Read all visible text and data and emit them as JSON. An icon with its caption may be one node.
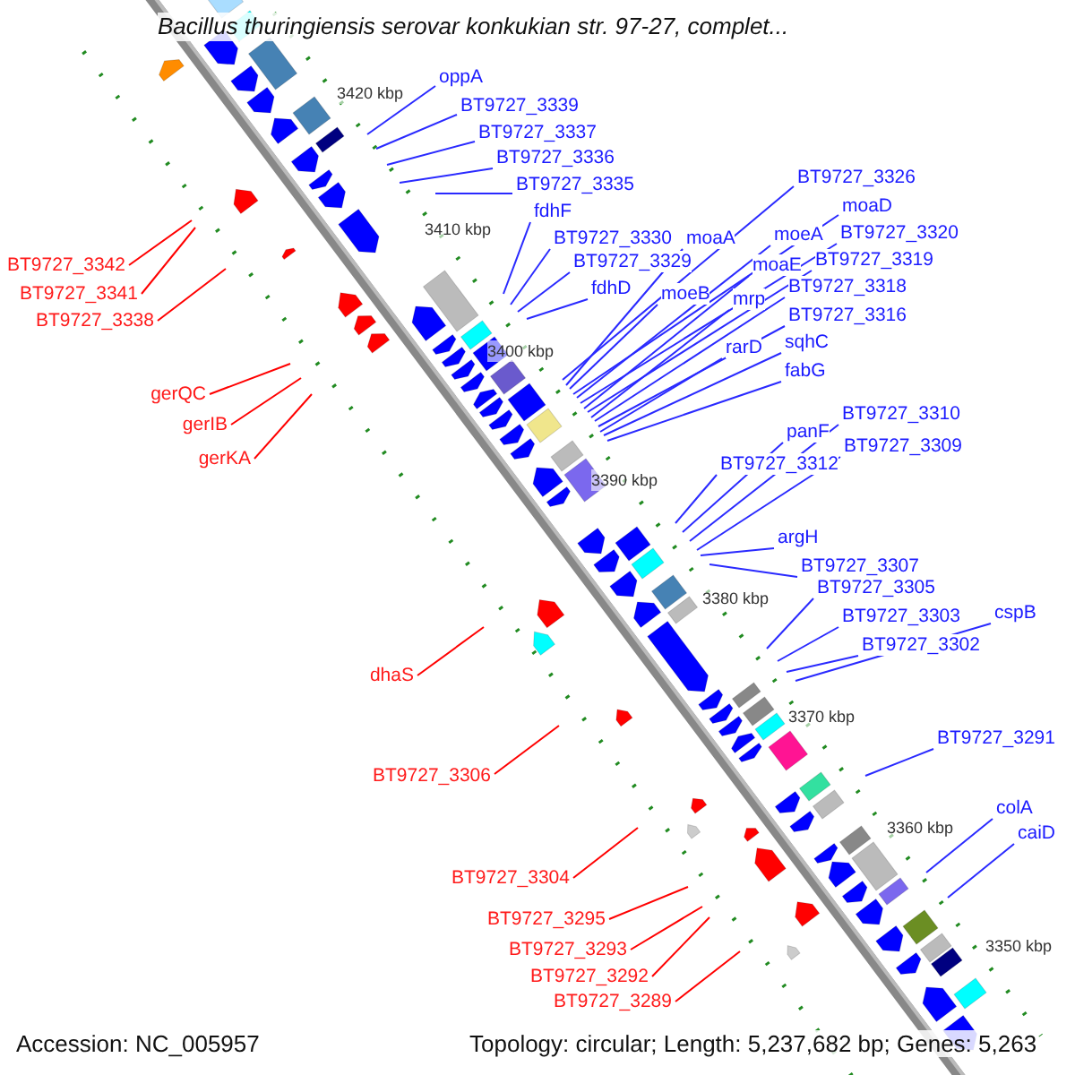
{
  "diagram": {
    "title": "Bacillus thuringiensis serovar konkukian str. 97-27, complet...",
    "nodes": [
      {
        "text": [
          "oppA"
        ]
      },
      {
        "text": [
          "BT9727_3339"
        ]
      },
      {
        "text": [
          "BT9727_3337"
        ]
      },
      {
        "text": [
          "BT9727_3336"
        ]
      },
      {
        "text": [
          "BT9727_3326"
        ]
      },
      {
        "text": [
          "BT9727_3335"
        ]
      },
      {
        "text": [
          "moaD"
        ]
      },
      {
        "text": [
          "fdhF"
        ]
      },
      {
        "text": [
          "BT9727_3330"
        ]
      },
      {
        "text": [
          "moaA"
        ]
      },
      {
        "text": [
          "moeA"
        ]
      },
      {
        "text": [
          "BT9727_3320"
        ]
      },
      {
        "text": [
          "BT9727_3319"
        ]
      },
      {
        "text": [
          "BT9727_3329"
        ]
      },
      {
        "text": [
          "moaE"
        ]
      },
      {
        "text": [
          "BT9727_3342"
        ]
      },
      {
        "text": [
          "BT9727_3318"
        ]
      },
      {
        "text": [
          "fdhD"
        ]
      },
      {
        "text": [
          "moeB"
        ]
      },
      {
        "text": [
          "BT9727_3341"
        ]
      },
      {
        "text": [
          "mrp"
        ]
      },
      {
        "text": [
          "BT9727_3316"
        ]
      },
      {
        "text": [
          "BT9727_3338"
        ]
      },
      {
        "text": [
          "sqhC"
        ]
      },
      {
        "text": [
          "rarD"
        ]
      },
      {
        "text": [
          "fabG"
        ]
      },
      {
        "text": [
          "gerQC"
        ]
      },
      {
        "text": [
          "BT9727_3310"
        ]
      },
      {
        "text": [
          "gerIB"
        ]
      },
      {
        "text": [
          "panF"
        ]
      },
      {
        "text": [
          "BT9727_3309"
        ]
      },
      {
        "text": [
          "gerKA"
        ]
      },
      {
        "text": [
          "BT9727_3312"
        ]
      },
      {
        "text": [
          "argH"
        ]
      },
      {
        "text": [
          "BT9727_3307"
        ]
      },
      {
        "text": [
          "BT9727_3305"
        ]
      },
      {
        "text": [
          "cspB"
        ]
      },
      {
        "text": [
          "BT9727_3303"
        ]
      },
      {
        "text": [
          "BT9727_3302"
        ]
      },
      {
        "text": [
          "dhaS"
        ]
      },
      {
        "text": [
          "BT9727_3291"
        ]
      },
      {
        "text": [
          "BT9727_3306"
        ]
      },
      {
        "text": [
          "colA"
        ]
      },
      {
        "text": [
          "caiD"
        ]
      },
      {
        "text": [
          "BT9727_3304"
        ]
      },
      {
        "text": [
          "BT9727_3295"
        ]
      },
      {
        "text": [
          "BT9727_3293"
        ]
      },
      {
        "text": [
          "BT9727_3292"
        ]
      },
      {
        "text": [
          "BT9727_3289"
        ]
      }
    ],
    "edges": [
      {
        "from": 0,
        "to": null,
        "arrow": "none"
      },
      {
        "from": 1,
        "to": null,
        "arrow": "none"
      },
      {
        "from": 2,
        "to": null,
        "arrow": "none"
      },
      {
        "from": 3,
        "to": null,
        "arrow": "none"
      },
      {
        "from": 4,
        "to": null,
        "arrow": "none"
      },
      {
        "from": 5,
        "to": null,
        "arrow": "none"
      },
      {
        "from": 6,
        "to": null,
        "arrow": "none"
      },
      {
        "from": 7,
        "to": null,
        "arrow": "none"
      },
      {
        "from": 8,
        "to": null,
        "arrow": "none"
      },
      {
        "from": 9,
        "to": null,
        "arrow": "none"
      },
      {
        "from": 10,
        "to": null,
        "arrow": "none"
      },
      {
        "from": 11,
        "to": null,
        "arrow": "none"
      },
      {
        "from": 12,
        "to": null,
        "arrow": "none"
      },
      {
        "from": 13,
        "to": null,
        "arrow": "none"
      },
      {
        "from": 14,
        "to": null,
        "arrow": "none"
      },
      {
        "from": 15,
        "to": null,
        "arrow": "none",
        "color": "#ff0000"
      },
      {
        "from": 16,
        "to": null,
        "arrow": "none"
      },
      {
        "from": 17,
        "to": null,
        "arrow": "none"
      },
      {
        "from": 18,
        "to": null,
        "arrow": "none"
      },
      {
        "from": 19,
        "to": null,
        "arrow": "none",
        "color": "#ff0000"
      },
      {
        "from": 20,
        "to": null,
        "arrow": "none"
      },
      {
        "from": 21,
        "to": null,
        "arrow": "none"
      },
      {
        "from": 22,
        "to": null,
        "arrow": "none",
        "color": "#ff0000"
      },
      {
        "from": 23,
        "to": null,
        "arrow": "none"
      },
      {
        "from": 24,
        "to": null,
        "arrow": "none"
      },
      {
        "from": 25,
        "to": null,
        "arrow": "none"
      },
      {
        "from": 26,
        "to": null,
        "arrow": "none",
        "color": "#ff0000"
      },
      {
        "from": 27,
        "to": null,
        "arrow": "none"
      },
      {
        "from": 28,
        "to": null,
        "arrow": "none",
        "color": "#ff0000"
      },
      {
        "from": 29,
        "to": null,
        "arrow": "none"
      },
      {
        "from": 30,
        "to": null,
        "arrow": "none"
      },
      {
        "from": 31,
        "to": null,
        "arrow": "none",
        "color": "#ff0000"
      },
      {
        "from": 32,
        "to": null,
        "arrow": "none"
      },
      {
        "from": 33,
        "to": null,
        "arrow": "none"
      },
      {
        "from": 34,
        "to": null,
        "arrow": "none"
      },
      {
        "from": 35,
        "to": null,
        "arrow": "none"
      },
      {
        "from": 36,
        "to": null,
        "arrow": "none"
      },
      {
        "from": 37,
        "to": null,
        "arrow": "none"
      },
      {
        "from": 38,
        "to": null,
        "arrow": "none"
      },
      {
        "from": 39,
        "to": null,
        "arrow": "none",
        "color": "#ff0000"
      },
      {
        "from": 40,
        "to": null,
        "arrow": "none"
      },
      {
        "from": 41,
        "to": null,
        "arrow": "none",
        "color": "#ff0000"
      },
      {
        "from": 42,
        "to": null,
        "arrow": "none"
      },
      {
        "from": 43,
        "to": null,
        "arrow": "none"
      },
      {
        "from": 44,
        "to": null,
        "arrow": "none",
        "color": "#ff0000"
      },
      {
        "from": 45,
        "to": null,
        "arrow": "none",
        "color": "#ff0000"
      },
      {
        "from": 46,
        "to": null,
        "arrow": "none",
        "color": "#ff0000"
      },
      {
        "from": 47,
        "to": null,
        "arrow": "none",
        "color": "#ff0000"
      },
      {
        "from": 48,
        "to": null,
        "arrow": "none",
        "color": "#ff0000"
      }
    ],
    "labels": [
      "3420 kbp",
      "3410 kbp",
      "3400 kbp",
      "3390 kbp",
      "3380 kbp",
      "3370 kbp",
      "3360 kbp",
      "3350 kbp",
      "Accession: NC_005957",
      "Topology: circular; Length: 5,237,682 bp; Genes: 5,263"
    ]
  }
}
